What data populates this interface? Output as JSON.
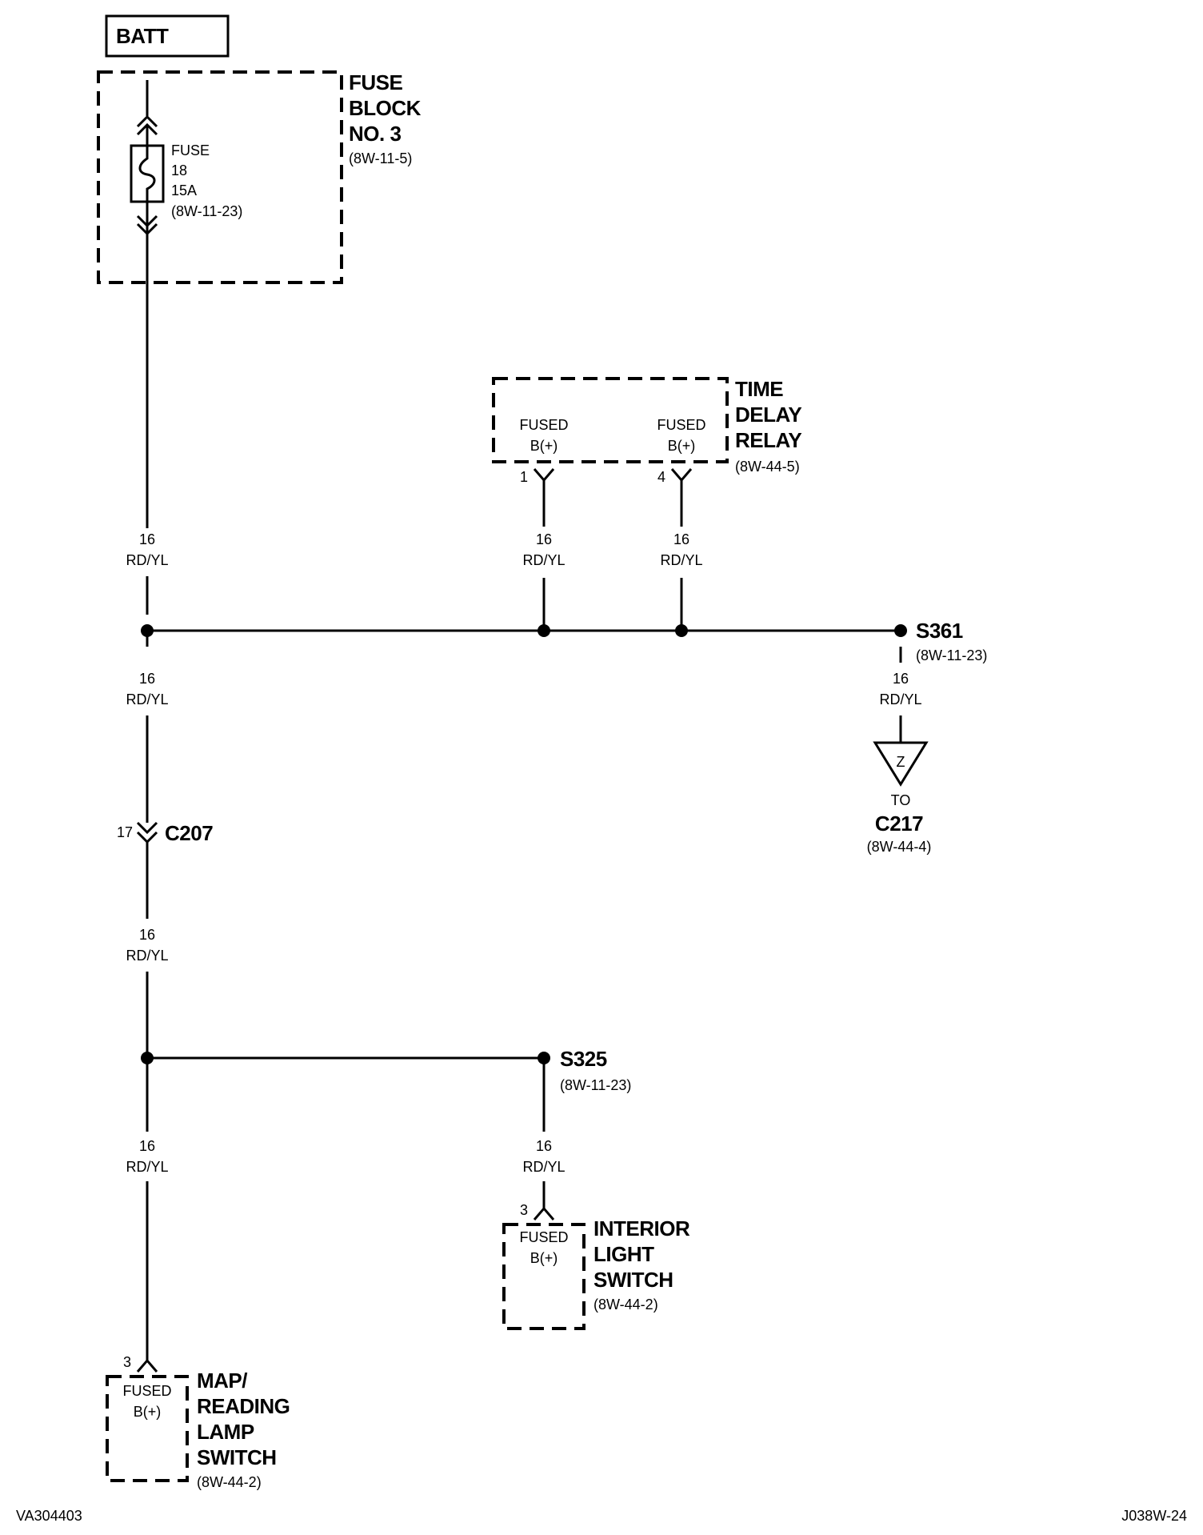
{
  "batt": {
    "label": "BATT"
  },
  "fuse_block": {
    "title_lines": [
      "FUSE",
      "BLOCK",
      "NO. 3"
    ],
    "ref": "(8W-11-5)"
  },
  "fuse": {
    "lines": [
      "FUSE",
      "18",
      "15A",
      "(8W-11-23)"
    ]
  },
  "time_delay_relay": {
    "title_lines": [
      "TIME",
      "DELAY",
      "RELAY"
    ],
    "ref": "(8W-44-5)",
    "pin_left": {
      "label1": "FUSED",
      "label2": "B(+)",
      "pin": "1"
    },
    "pin_right": {
      "label1": "FUSED",
      "label2": "B(+)",
      "pin": "4"
    }
  },
  "wire": {
    "gauge": "16",
    "color": "RD/YL"
  },
  "splice_s361": {
    "label": "S361",
    "ref": "(8W-11-23)"
  },
  "ground_z": {
    "symbol": "Z",
    "to": "TO",
    "connector": "C217",
    "ref": "(8W-44-4)"
  },
  "connector_c207": {
    "label": "C207",
    "pin": "17"
  },
  "splice_s325": {
    "label": "S325",
    "ref": "(8W-11-23)"
  },
  "interior_light_switch": {
    "title_lines": [
      "INTERIOR",
      "LIGHT",
      "SWITCH"
    ],
    "ref": "(8W-44-2)",
    "pin_label1": "FUSED",
    "pin_label2": "B(+)",
    "pin": "3"
  },
  "map_reading_lamp_switch": {
    "title_lines": [
      "MAP/",
      "READING",
      "LAMP",
      "SWITCH"
    ],
    "ref": "(8W-44-2)",
    "pin_label1": "FUSED",
    "pin_label2": "B(+)",
    "pin": "3"
  },
  "footer": {
    "left": "VA304403",
    "right": "J038W-24"
  }
}
